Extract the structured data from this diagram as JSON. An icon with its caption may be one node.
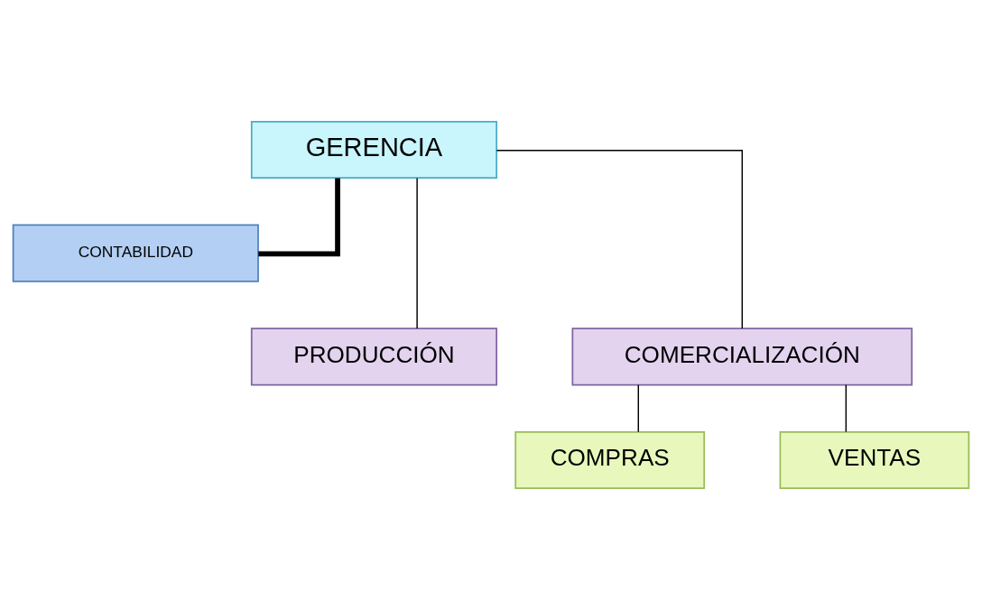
{
  "diagram": {
    "nodes": [
      {
        "text": [
          "GERENCIA"
        ]
      },
      {
        "text": [
          "CONTABILIDAD"
        ]
      },
      {
        "text": [
          "PRODUCCIÓN"
        ]
      },
      {
        "text": [
          "COMERCIALIZACIÓN"
        ]
      },
      {
        "text": [
          "COMPRAS"
        ]
      },
      {
        "text": [
          "VENTAS"
        ]
      }
    ],
    "edges": [
      {
        "from": 0,
        "to": 1,
        "arrow": "none",
        "style": "thick"
      },
      {
        "from": 0,
        "to": 2,
        "arrow": "none"
      },
      {
        "from": 0,
        "to": 3,
        "arrow": "none"
      },
      {
        "from": 3,
        "to": 4,
        "arrow": "none"
      },
      {
        "from": 3,
        "to": 5,
        "arrow": "none"
      }
    ]
  }
}
